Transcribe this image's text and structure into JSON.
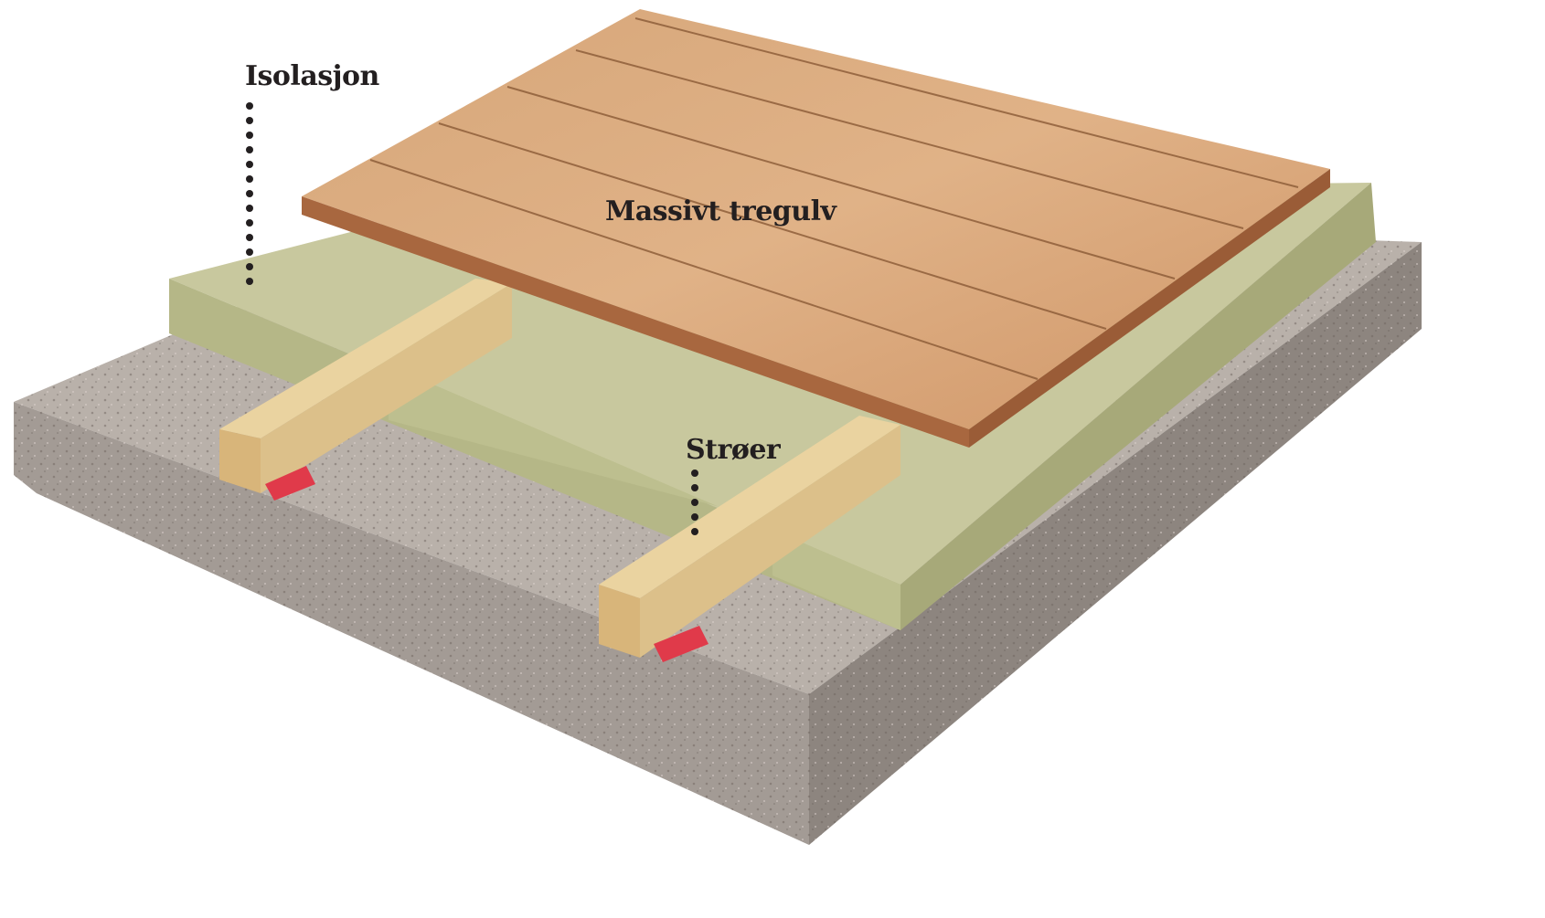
{
  "labels": {
    "insulation": "Isolasjon",
    "floor": "Massivt tregulv",
    "joists": "Strøer"
  },
  "colors": {
    "concrete_top": "#b3aba4",
    "concrete_side": "#8f8882",
    "insulation_top": "#c9c9a0",
    "insulation_side": "#b3b585",
    "wood": "#d9a476",
    "joist": "#e9cf9a",
    "pad": "#e03a4a",
    "text": "#231f20"
  }
}
